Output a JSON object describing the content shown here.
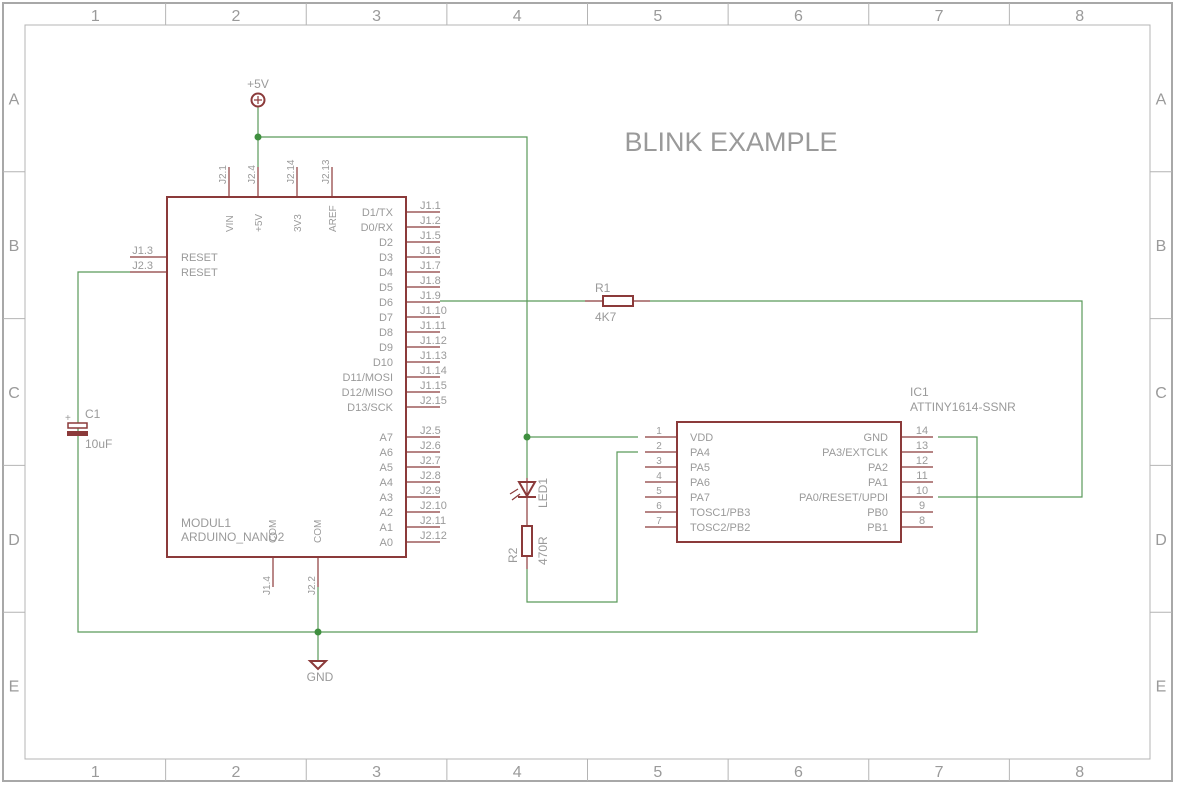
{
  "title": "BLINK EXAMPLE",
  "frame": {
    "columns": [
      "1",
      "2",
      "3",
      "4",
      "5",
      "6",
      "7",
      "8"
    ],
    "rows": [
      "A",
      "B",
      "C",
      "D",
      "E"
    ]
  },
  "colors": {
    "symbol": "#8b3a3a",
    "wire": "#5a9a5a",
    "junction": "#3f8f3f",
    "text": "#9a9a9a",
    "frame": "#a8a8a8"
  },
  "power": {
    "vcc_label": "+5V",
    "gnd_label": "GND"
  },
  "arduino": {
    "name": "MODUL1",
    "value": "ARDUINO_NANO2",
    "top_pins": [
      {
        "pad": "J2.1",
        "name": "VIN"
      },
      {
        "pad": "J2.4",
        "name": "+5V"
      },
      {
        "pad": "J2.14",
        "name": "3V3"
      },
      {
        "pad": "J2.13",
        "name": "AREF"
      }
    ],
    "left_pins": [
      {
        "pad": "J1.3",
        "name": "RESET"
      },
      {
        "pad": "J2.3",
        "name": "RESET"
      }
    ],
    "right_pins": [
      {
        "pad": "J1.1",
        "name": "D1/TX"
      },
      {
        "pad": "J1.2",
        "name": "D0/RX"
      },
      {
        "pad": "J1.5",
        "name": "D2"
      },
      {
        "pad": "J1.6",
        "name": "D3"
      },
      {
        "pad": "J1.7",
        "name": "D4"
      },
      {
        "pad": "J1.8",
        "name": "D5"
      },
      {
        "pad": "J1.9",
        "name": "D6"
      },
      {
        "pad": "J1.10",
        "name": "D7"
      },
      {
        "pad": "J1.11",
        "name": "D8"
      },
      {
        "pad": "J1.12",
        "name": "D9"
      },
      {
        "pad": "J1.13",
        "name": "D10"
      },
      {
        "pad": "J1.14",
        "name": "D11/MOSI"
      },
      {
        "pad": "J1.15",
        "name": "D12/MISO"
      },
      {
        "pad": "J2.15",
        "name": "D13/SCK"
      },
      {
        "pad": "",
        "name": ""
      },
      {
        "pad": "J2.5",
        "name": "A7"
      },
      {
        "pad": "J2.6",
        "name": "A6"
      },
      {
        "pad": "J2.7",
        "name": "A5"
      },
      {
        "pad": "J2.8",
        "name": "A4"
      },
      {
        "pad": "J2.9",
        "name": "A3"
      },
      {
        "pad": "J2.10",
        "name": "A2"
      },
      {
        "pad": "J2.11",
        "name": "A1"
      },
      {
        "pad": "J2.12",
        "name": "A0"
      }
    ],
    "bottom_pins": [
      {
        "pad": "J1.4",
        "name": "COM"
      },
      {
        "pad": "J2.2",
        "name": "COM"
      }
    ]
  },
  "ic1": {
    "name": "IC1",
    "value": "ATTINY1614-SSNR",
    "left_pins": [
      {
        "num": "1",
        "name": "VDD"
      },
      {
        "num": "2",
        "name": "PA4"
      },
      {
        "num": "3",
        "name": "PA5"
      },
      {
        "num": "4",
        "name": "PA6"
      },
      {
        "num": "5",
        "name": "PA7"
      },
      {
        "num": "6",
        "name": "TOSC1/PB3"
      },
      {
        "num": "7",
        "name": "TOSC2/PB2"
      }
    ],
    "right_pins": [
      {
        "num": "14",
        "name": "GND"
      },
      {
        "num": "13",
        "name": "PA3/EXTCLK"
      },
      {
        "num": "12",
        "name": "PA2"
      },
      {
        "num": "11",
        "name": "PA1"
      },
      {
        "num": "10",
        "name": "PA0/RESET/UPDI"
      },
      {
        "num": "9",
        "name": "PB0"
      },
      {
        "num": "8",
        "name": "PB1"
      }
    ]
  },
  "r1": {
    "name": "R1",
    "value": "4K7"
  },
  "r2": {
    "name": "R2",
    "value": "470R"
  },
  "led1": {
    "name": "LED1"
  },
  "c1": {
    "name": "C1",
    "value": "10uF",
    "polarity": "+"
  }
}
